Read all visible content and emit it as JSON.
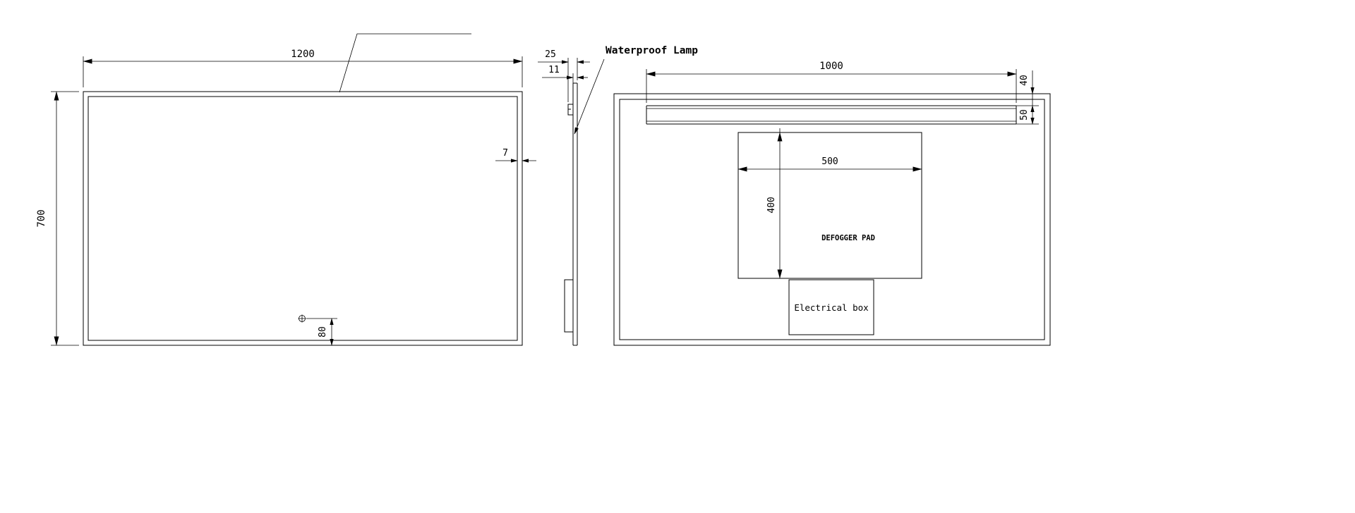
{
  "drawing": {
    "front_view": {
      "width": "1200",
      "height": "700",
      "frame_thickness": "7",
      "sensor_offset": "80"
    },
    "side_view": {
      "overall_depth": "25",
      "glass_depth": "11"
    },
    "back_view": {
      "lamp_length": "1000",
      "lamp_top_offset": "40",
      "lamp_height": "50",
      "pad_width": "500",
      "pad_height": "400"
    },
    "labels": {
      "waterproof_lamp": "Waterproof Lamp",
      "defogger_pad": "DEFOGGER PAD",
      "electrical_box": "Electrical box"
    },
    "colors": {
      "line": "#000000",
      "background": "#ffffff"
    }
  }
}
